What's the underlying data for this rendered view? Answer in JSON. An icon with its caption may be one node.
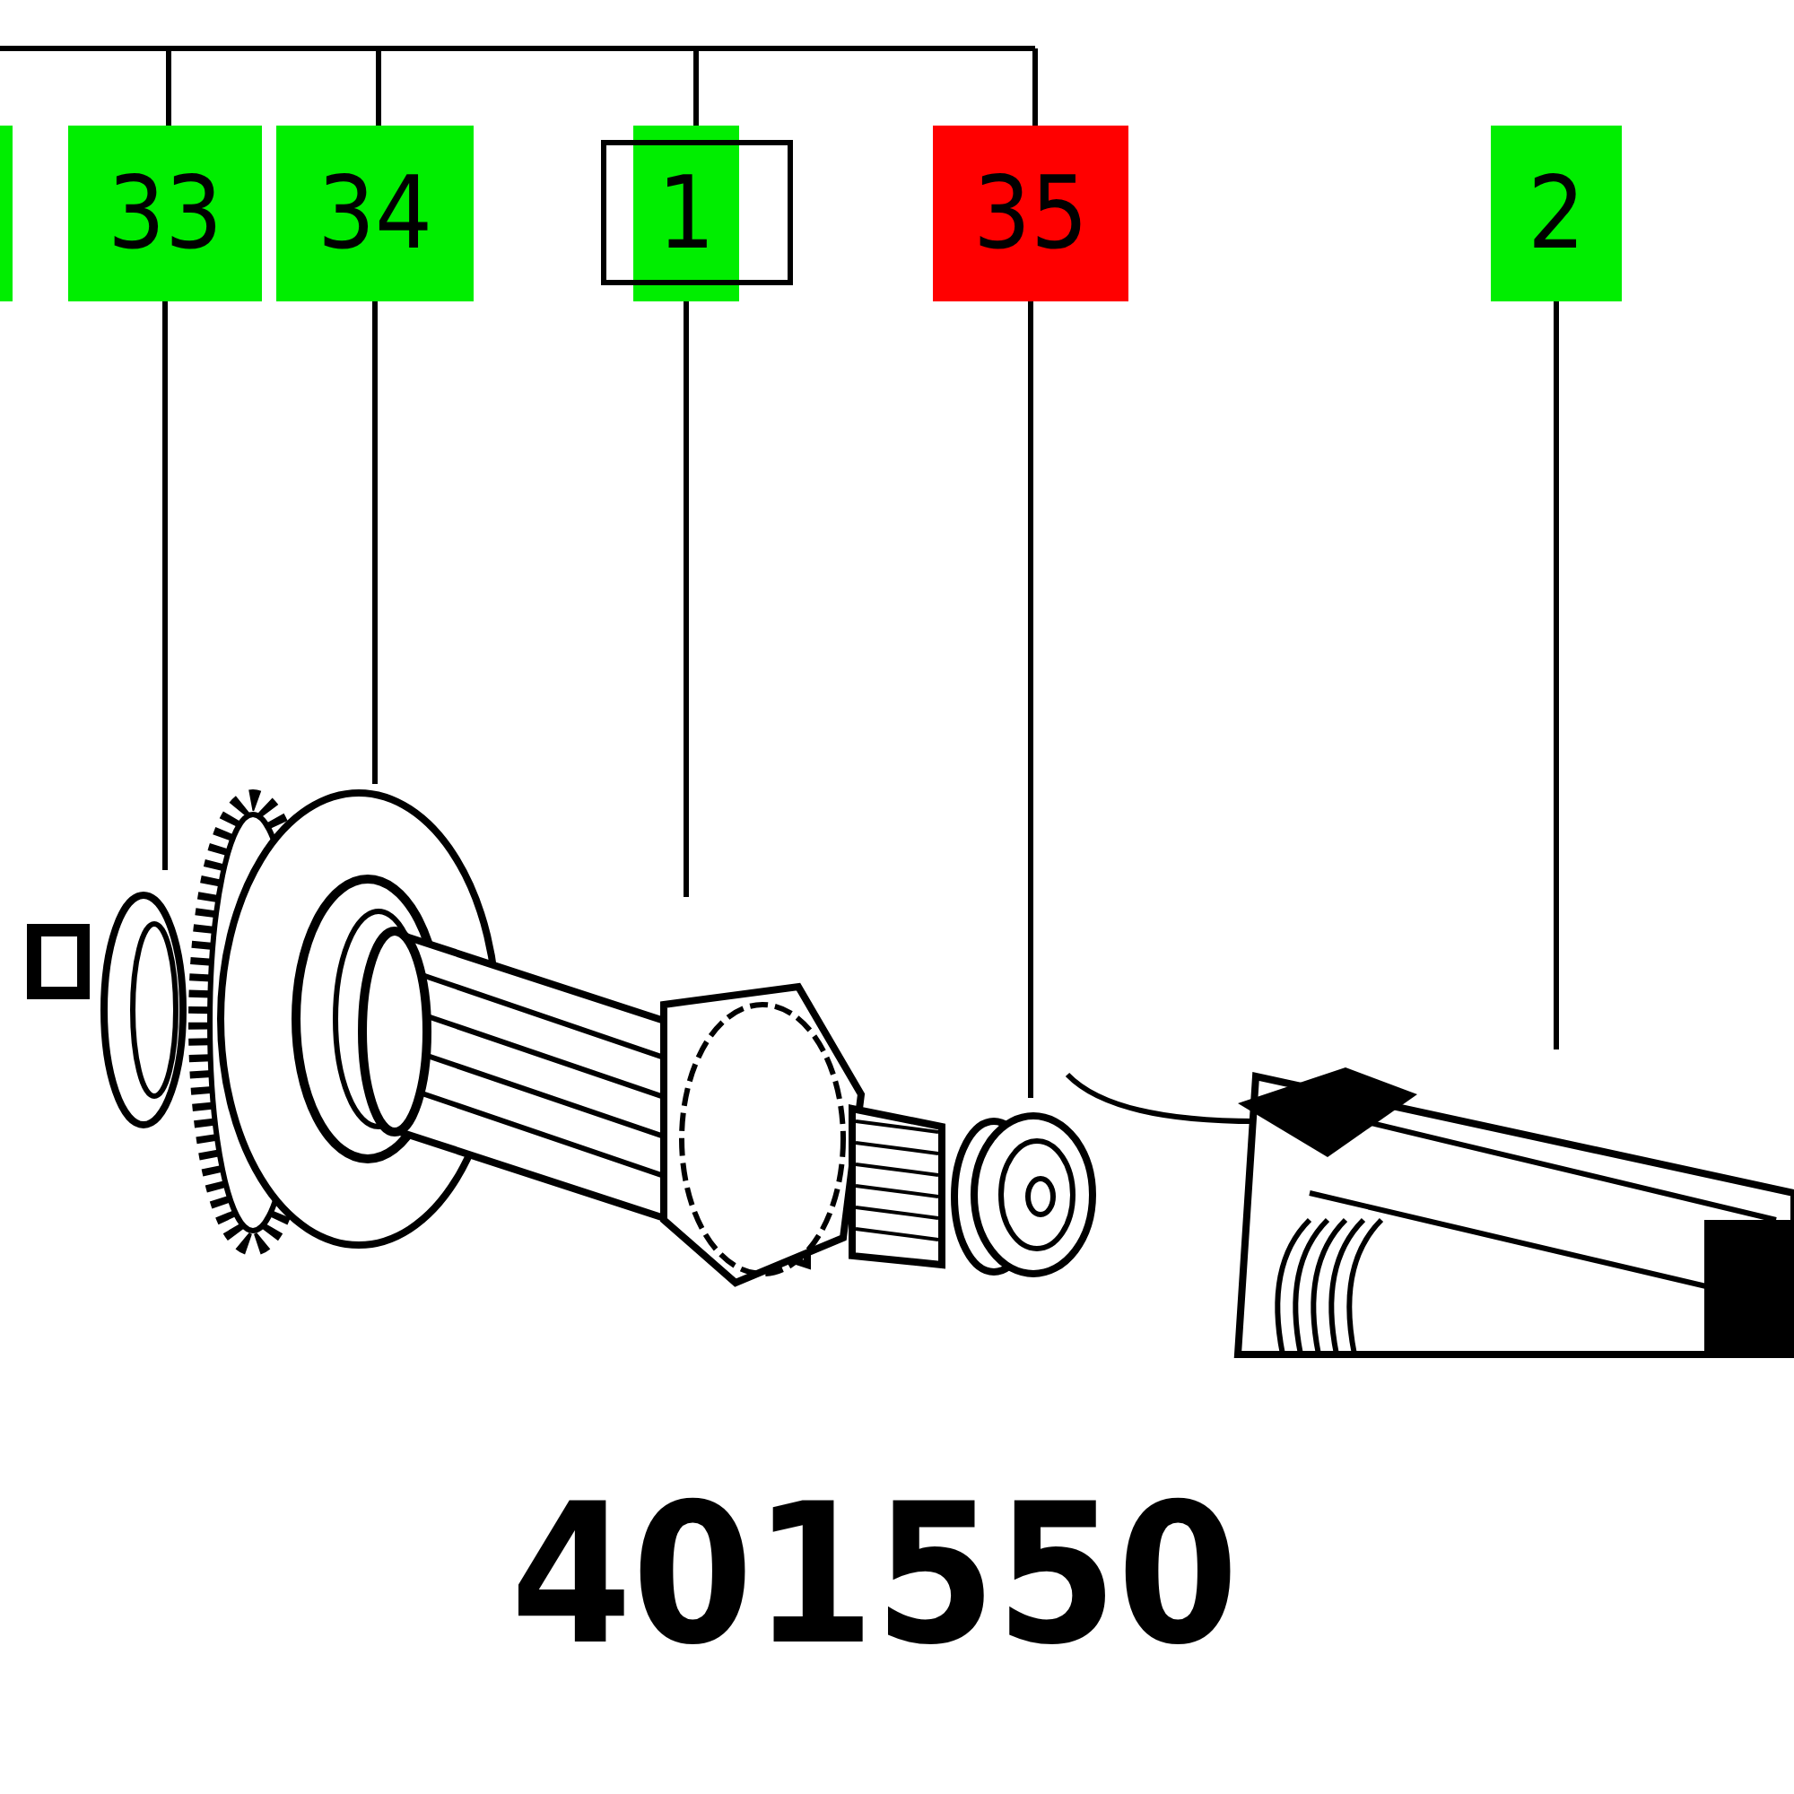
{
  "diagram": {
    "nodes": [
      {
        "text": [],
        "shape": "box"
      },
      {
        "text": [
          "33"
        ]
      },
      {
        "text": [
          "34"
        ]
      },
      {
        "text": [
          "1"
        ]
      },
      {
        "text": [
          "35"
        ]
      },
      {
        "text": [
          "2"
        ]
      },
      {
        "text": [],
        "shape": "picture"
      },
      {
        "text": [],
        "shape": "picture"
      },
      {
        "text": [],
        "shape": "picture"
      },
      {
        "text": [],
        "shape": "picture"
      },
      {
        "text": [],
        "shape": "picture"
      }
    ],
    "edges": [
      {
        "from": 1,
        "to": 6,
        "arrow": "none"
      },
      {
        "from": 2,
        "to": 7,
        "arrow": "none"
      },
      {
        "from": 3,
        "to": 8,
        "arrow": "none"
      },
      {
        "from": 4,
        "to": 9,
        "arrow": "none"
      },
      {
        "from": 5,
        "to": 10,
        "arrow": "none"
      }
    ],
    "labels": [
      "401550"
    ]
  }
}
